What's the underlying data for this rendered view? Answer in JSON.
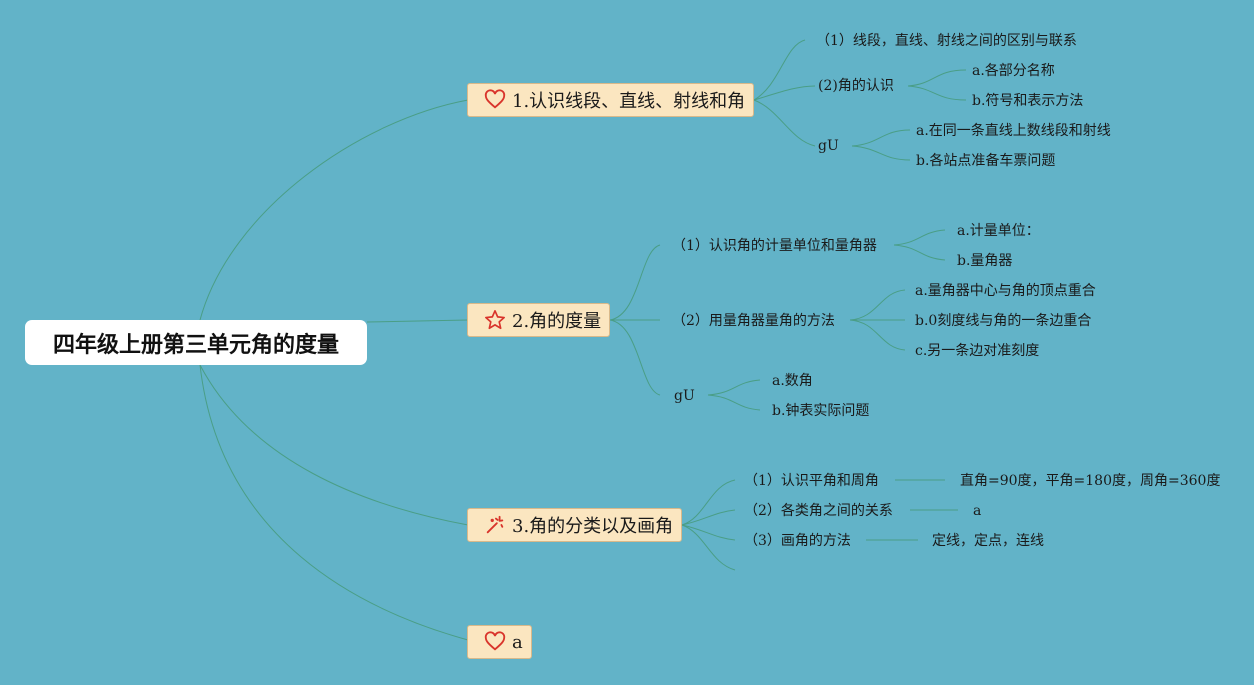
{
  "root": {
    "title": "四年级上册第三单元角的度量"
  },
  "branches": [
    {
      "label": "1.认识线段、直线、射线和角",
      "icon": "heart-icon"
    },
    {
      "label": "2.角的度量",
      "icon": "star-icon"
    },
    {
      "label": "3.角的分类以及画角",
      "icon": "magic-wand-icon"
    },
    {
      "label": "a",
      "icon": "heart-icon"
    }
  ],
  "b1": {
    "c1": "（1）线段，直线、射线之间的区别与联系",
    "c2": "(2)角的认识",
    "c2a": "a.各部分名称",
    "c2b": "b.符号和表示方法",
    "c3": "gU",
    "c3a": "a.在同一条直线上数线段和射线",
    "c3b": "b.各站点准备车票问题"
  },
  "b2": {
    "c1": "（1）认识角的计量单位和量角器",
    "c1a": "a.计量单位：",
    "c1b": "b.量角器",
    "c2": "（2）用量角器量角的方法",
    "c2a": "a.量角器中心与角的顶点重合",
    "c2b": "b.0刻度线与角的一条边重合",
    "c2c": "c.另一条边对准刻度",
    "c3": "gU",
    "c3a": "a.数角",
    "c3b": "b.钟表实际问题"
  },
  "b3": {
    "c1": "（1）认识平角和周角",
    "c1a": "直角=90度，平角=180度，周角=360度",
    "c2": "（2）各类角之间的关系",
    "c2a": "a",
    "c3": "（3）画角的方法",
    "c3a": "定线，定点，连线"
  },
  "colors": {
    "background": "#62b3c8",
    "branch_fill": "#fbe6c0",
    "link": "#4a9e86",
    "icon": "#d9342b"
  }
}
